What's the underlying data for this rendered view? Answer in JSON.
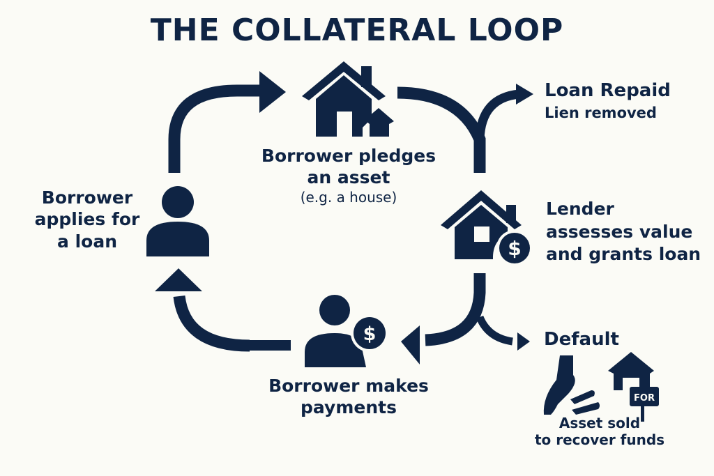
{
  "title": "THE COLLATERAL LOOP",
  "colors": {
    "background": "#fbfbf6",
    "primary": "#0f2444"
  },
  "steps": {
    "apply": {
      "lines": [
        "Borrower",
        "applies for",
        "a loan"
      ],
      "icon": "person-icon"
    },
    "pledge": {
      "lines": [
        "Borrower pledges",
        "an asset"
      ],
      "note": "(e.g. a house)",
      "icon": "house-with-small-house-icon"
    },
    "lender": {
      "lines": [
        "Lender",
        "assesses value",
        "and grants loan"
      ],
      "icon": "house-dollar-icon"
    },
    "payments": {
      "lines": [
        "Borrower makes",
        "payments"
      ],
      "icon": "person-dollar-icon"
    }
  },
  "outcomes": {
    "repaid": {
      "title": "Loan Repaid",
      "subtitle": "Lien removed"
    },
    "default": {
      "title": "Default",
      "lines": [
        "Asset sold",
        "to recover funds"
      ],
      "sign_text": "FOR",
      "icons": [
        "hand-icon",
        "house-for-sale-icon"
      ]
    }
  }
}
